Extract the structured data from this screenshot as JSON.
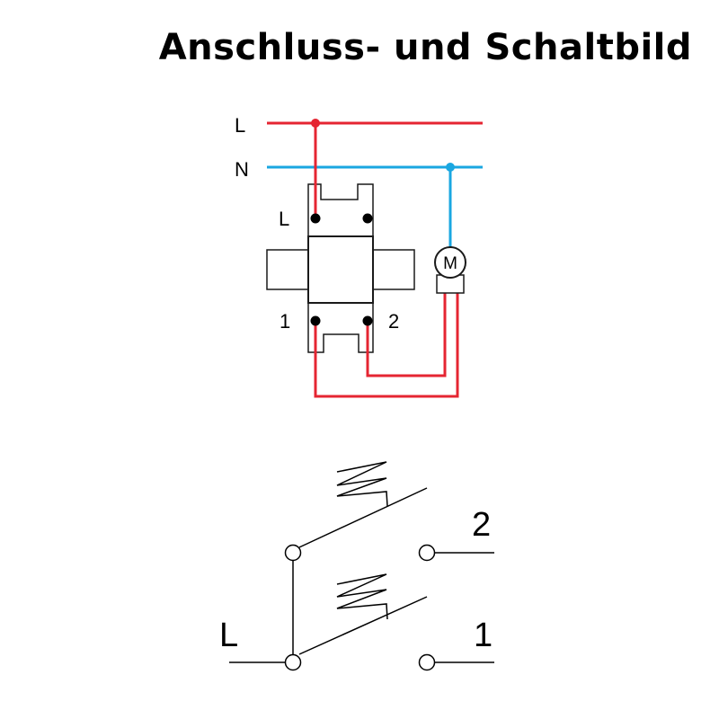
{
  "title": "Anschluss- und Schaltbild",
  "colors": {
    "live": "#e52532",
    "neutral": "#1aa7e1",
    "outline": "#1a1a1a",
    "ink": "#000000"
  },
  "wiring_diagram": {
    "line_labels": {
      "phase": "L",
      "neutral": "N"
    },
    "terminal_labels": {
      "l": "L",
      "one": "1",
      "two": "2"
    },
    "motor_label": "M"
  },
  "schematic": {
    "input_label": "L",
    "output_labels": {
      "two": "2",
      "one": "1"
    }
  }
}
